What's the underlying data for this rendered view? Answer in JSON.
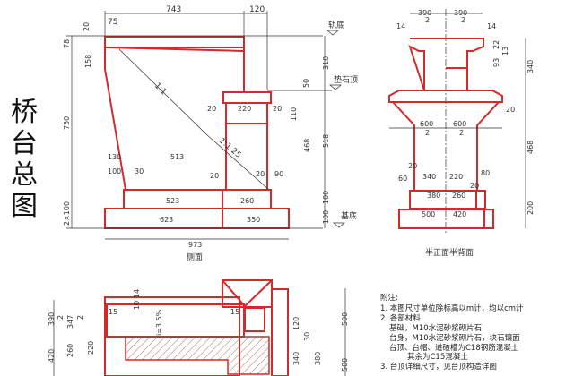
{
  "title_chars": [
    "桥",
    "台",
    "总",
    "图"
  ],
  "colors": {
    "structure_outline": "#d42a2a",
    "dimension_lines": "#333333"
  },
  "side_view": {
    "caption": "侧面",
    "elevations": {
      "rail_bottom": "轨底",
      "bearing_top": "垫石顶",
      "base_bottom": "基底"
    },
    "dims": {
      "d743": "743",
      "d120": "120",
      "d75": "75",
      "d20a": "20",
      "d78": "78",
      "d158": "158",
      "d750": "750",
      "d2x100": "2×100",
      "slope1": "1:1",
      "slope2": "1:1.25",
      "d20b": "20",
      "d220": "220",
      "d20c": "20",
      "d110": "110",
      "d50": "50",
      "d310": "310",
      "d518": "518",
      "d468": "468",
      "d130": "130",
      "d513": "513",
      "d100": "100",
      "d30": "30",
      "d20d": "20",
      "d20e": "20",
      "d90": "90",
      "d523": "523",
      "d260": "260",
      "d623": "623",
      "d350": "350",
      "d100a": "100",
      "d100b": "100",
      "d973": "973"
    }
  },
  "front_view": {
    "caption": "半正面半背面",
    "dims": {
      "a390": "390",
      "b390": "390",
      "half": "2",
      "d14a": "14",
      "d14b": "14",
      "d22": "22",
      "d13": "13",
      "d93": "93",
      "d340": "340",
      "d20": "20",
      "a600": "600",
      "b600": "600",
      "d468": "468",
      "d20b": "20",
      "d60": "60",
      "d340b": "340",
      "d220": "220",
      "d80": "80",
      "d20c": "20",
      "d380": "380",
      "d260": "260",
      "d500": "500",
      "d420": "420",
      "d200": "200"
    }
  },
  "plan_view": {
    "dims": {
      "d390": "390",
      "d347": "347",
      "d420": "420",
      "d260": "260",
      "d220": "220",
      "half": "2",
      "d15a": "15",
      "d15b": "15",
      "d10": "10",
      "d14": "14",
      "slope": "i=3.5%",
      "d120": "120",
      "d30": "30",
      "d340": "340",
      "d380": "380",
      "d500a": "500",
      "d500b": "500"
    }
  },
  "notes": {
    "heading": "附注:",
    "lines": [
      "1. 本图尺寸单位除标高以m计，均以cm计",
      "2. 各部材料",
      "基础，M10水泥砂浆砌片石",
      "台身，M10水泥砂浆砌片石，块石镶面",
      "台顶、台帽、道碴槽为C18钢筋混凝土",
      "其余为C15混凝土",
      "3. 台顶详细尺寸，见台顶构造详图"
    ]
  }
}
